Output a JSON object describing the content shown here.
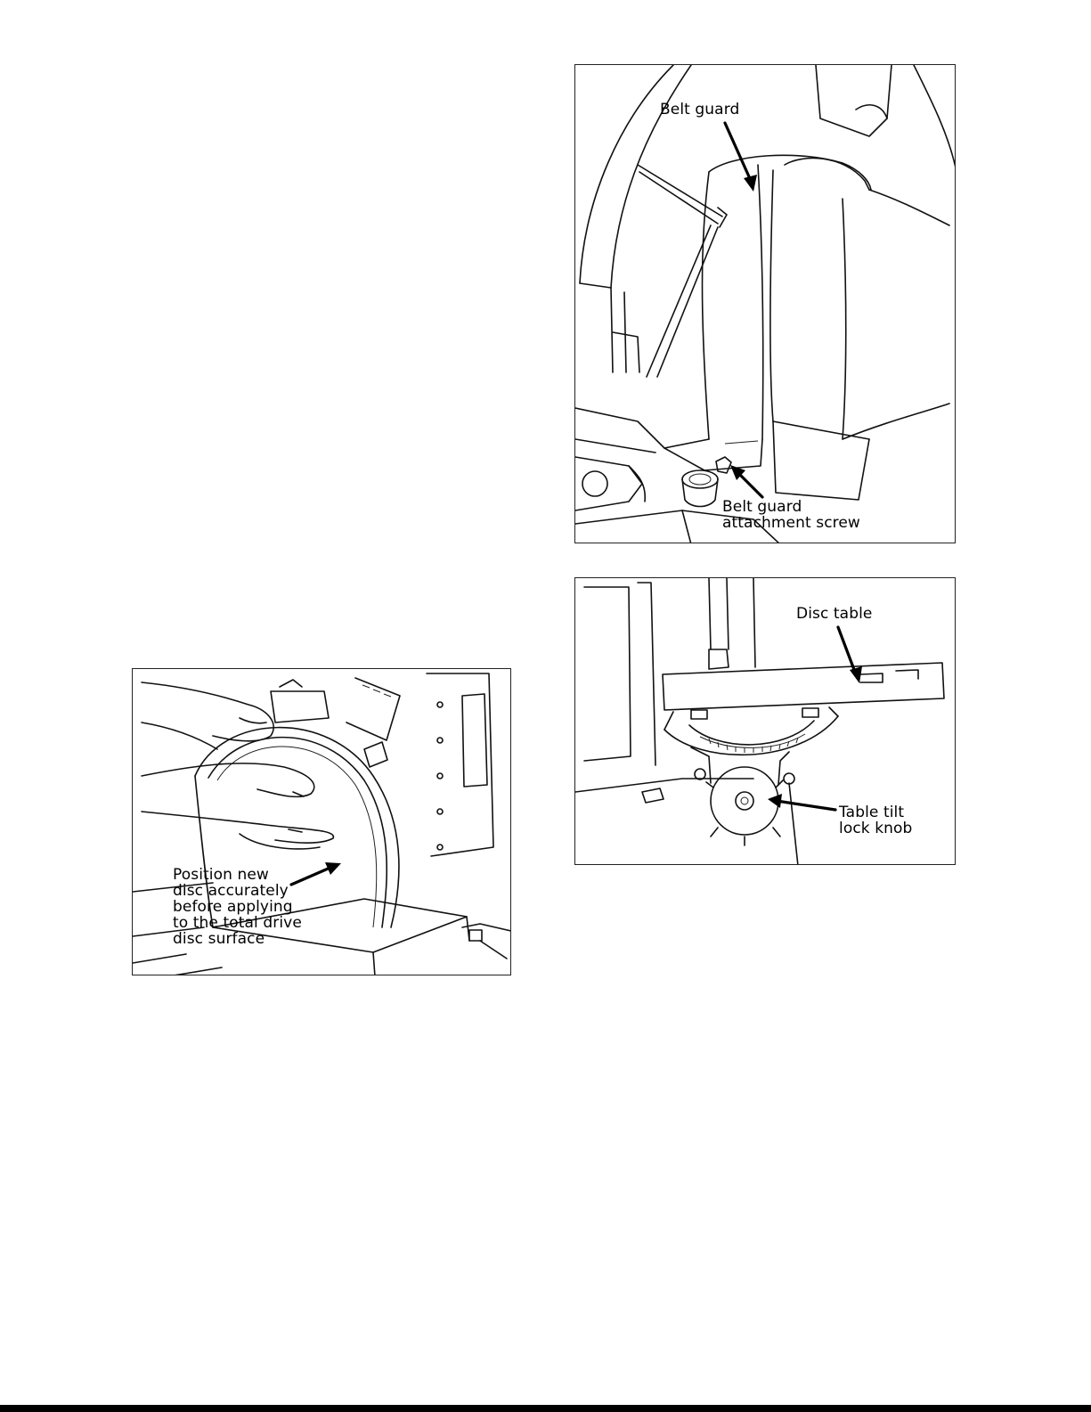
{
  "figures": {
    "belt_guard": {
      "callout_top": "Belt guard",
      "callout_bottom_line1": "Belt guard",
      "callout_bottom_line2": "attachment screw"
    },
    "disc_table": {
      "callout_top": "Disc table",
      "callout_bottom_line1": "Table tilt",
      "callout_bottom_line2": "lock knob"
    },
    "sanding_disc": {
      "callout_line1": "Position new",
      "callout_line2": "disc accurately",
      "callout_line3": "before applying",
      "callout_line4": "to the total drive",
      "callout_line5": "disc surface"
    }
  },
  "illustrations": {
    "belt_guard": "line-drawing",
    "disc_table": "line-drawing",
    "sanding_disc": "line-drawing"
  }
}
